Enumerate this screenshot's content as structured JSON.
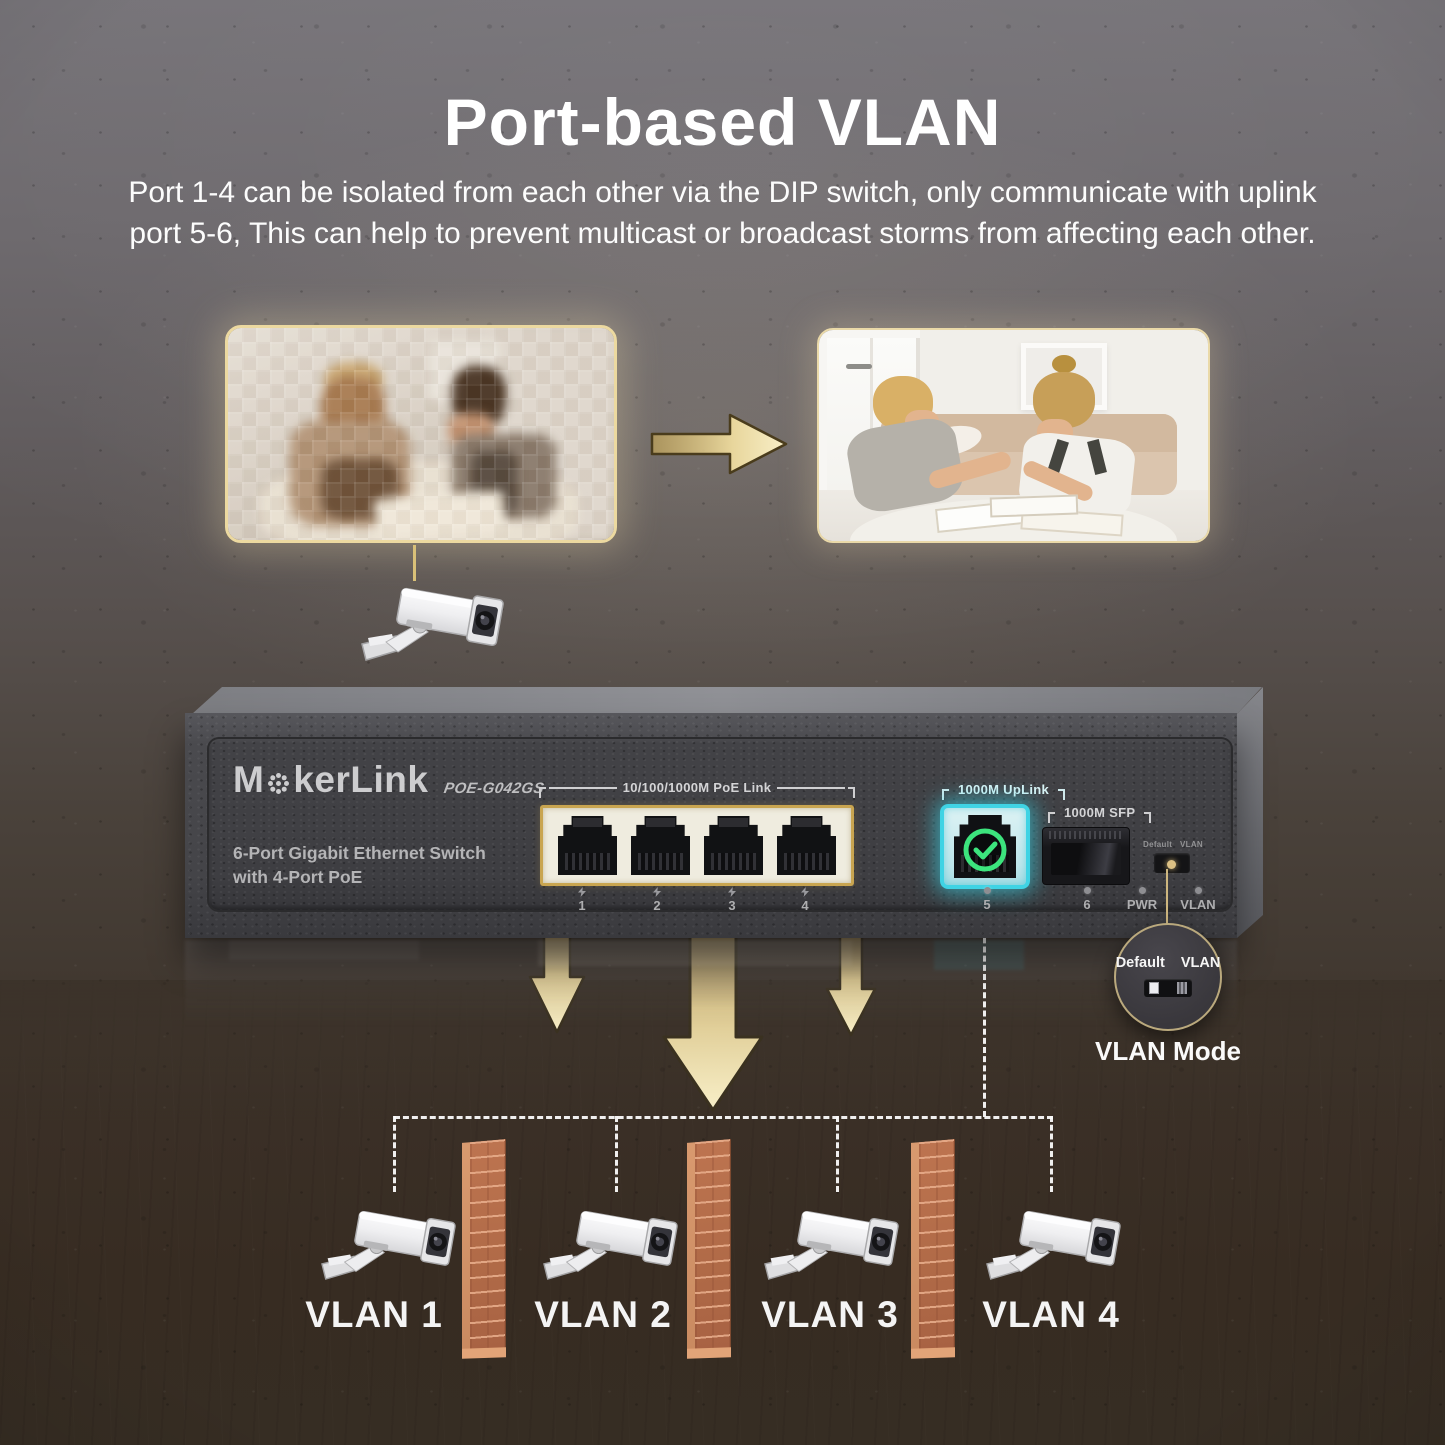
{
  "header": {
    "title": "Port-based VLAN",
    "line1": "Port 1-4 can be isolated from each other via the DIP switch, only communicate with uplink",
    "line2": "port 5-6, This can help to prevent multicast or broadcast storms from affecting each other."
  },
  "device": {
    "brand_m": "M",
    "brand_rest": "kerLink",
    "model": "POE-G042GS",
    "desc1": "6-Port Gigabit Ethernet Switch",
    "desc2": "with 4-Port PoE",
    "poe_group_label": "10/100/1000M PoE Link",
    "uplink_label": "1000M UpLink",
    "sfp_label": "1000M SFP",
    "dip_left": "Default",
    "dip_right": "VLAN",
    "port_numbers": [
      "1",
      "2",
      "3",
      "4"
    ],
    "uplink_number": "5",
    "indicators": [
      "6",
      "PWR",
      "VLAN"
    ]
  },
  "vlan_mode": {
    "left": "Default",
    "right": "VLAN",
    "caption": "VLAN Mode"
  },
  "vlans": [
    "VLAN 1",
    "VLAN 2",
    "VLAN 3",
    "VLAN 4"
  ],
  "colors": {
    "accent_gold": "#e6cf96",
    "uplink_cyan": "#3fd6e6",
    "check_green": "#3ce47d",
    "brick": "#b76d4b"
  }
}
